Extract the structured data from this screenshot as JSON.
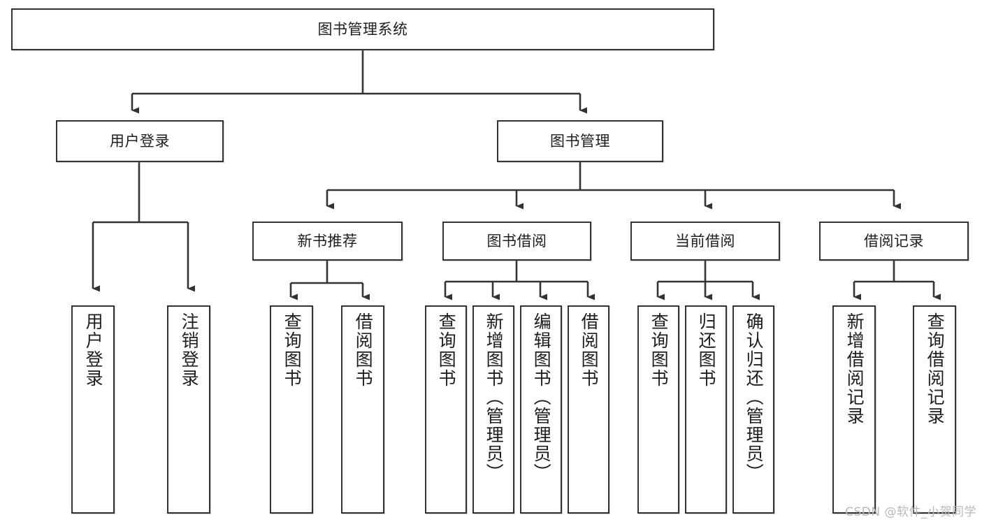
{
  "diagram": {
    "title": "图书管理系统",
    "watermark": "CSDN @软件_小贺同学",
    "line_color": "#333333",
    "box_fill": "#ffffff",
    "text_color": "#1d1d1d",
    "nodes": {
      "root": "图书管理系统",
      "user_login": "用户登录",
      "book_manage": "图书管理",
      "new_book_rec": "新书推荐",
      "book_borrow": "图书借阅",
      "current_borrow": "当前借阅",
      "borrow_record": "借阅记录",
      "leaf_user_login": "用户登录",
      "leaf_user_logout": "注销登录",
      "leaf_rec_query_book": "查询图书",
      "leaf_rec_borrow_book": "借阅图书",
      "leaf_borrow_query_book": "查询图书",
      "leaf_borrow_add_book": "新增图书（管理员）",
      "leaf_borrow_edit_book": "编辑图书（管理员）",
      "leaf_borrow_borrow_book": "借阅图书",
      "leaf_cur_query_book": "查询图书",
      "leaf_cur_return_book": "归还图书",
      "leaf_cur_confirm_return": "确认归还（管理员）",
      "leaf_rec_add_record": "新增借阅记录",
      "leaf_rec_query_record": "查询借阅记录"
    }
  }
}
